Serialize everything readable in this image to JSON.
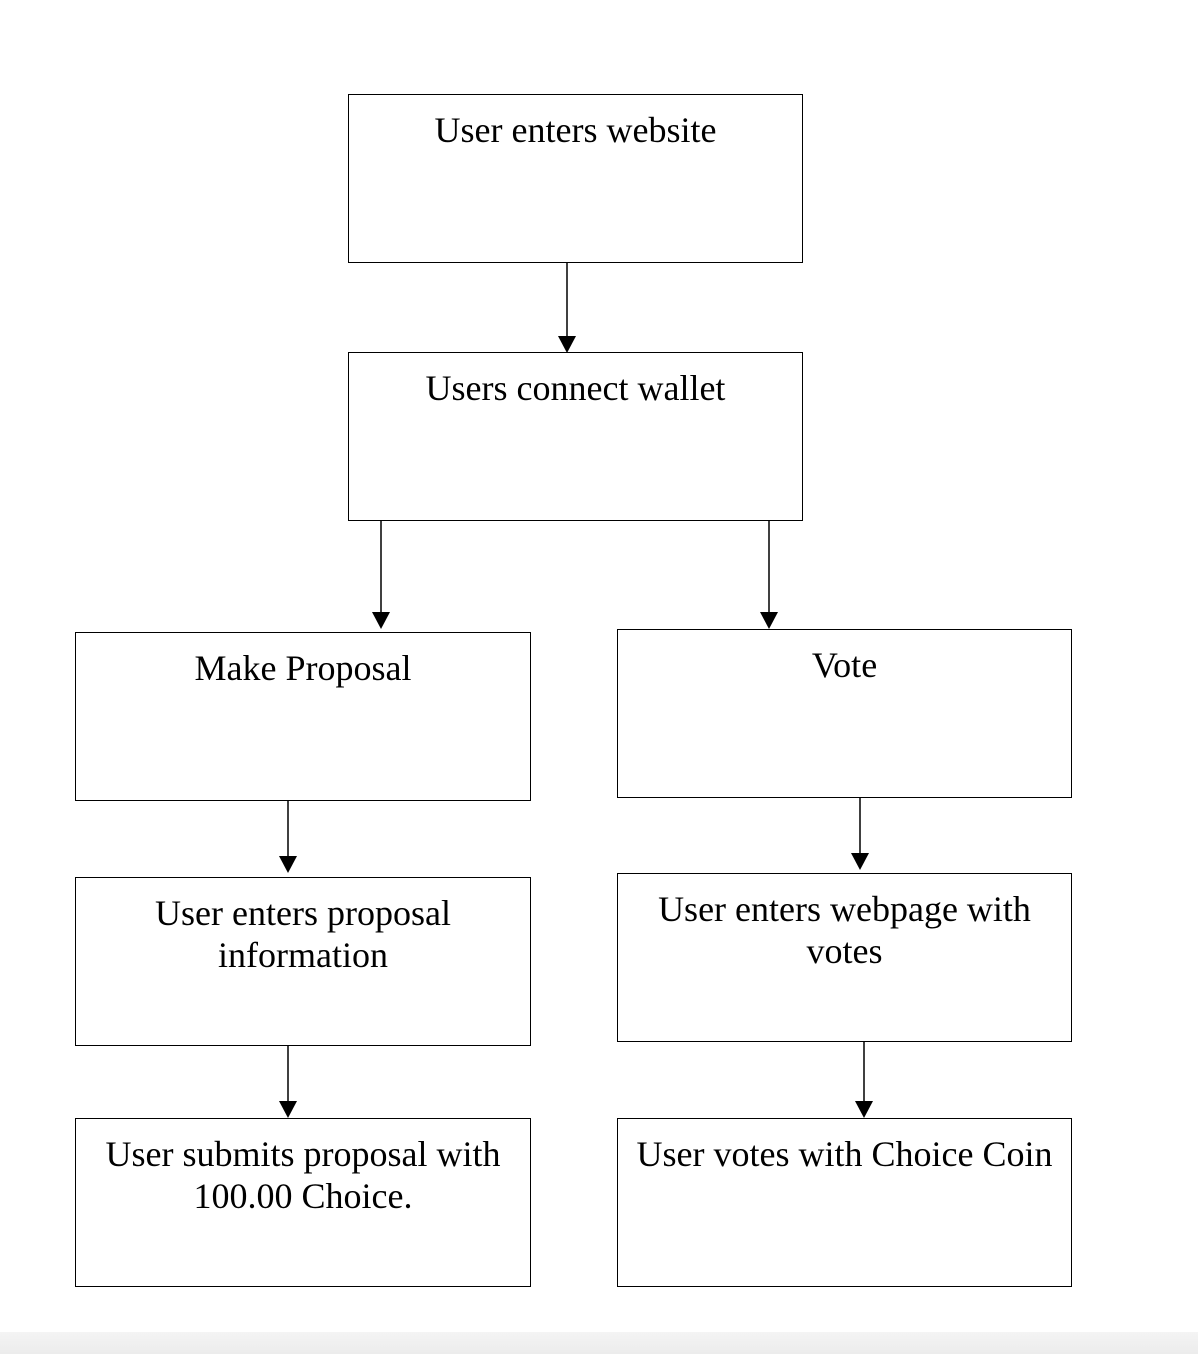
{
  "diagram": {
    "nodes": {
      "enter_website": "User enters website",
      "connect_wallet": "Users connect wallet",
      "make_proposal": "Make Proposal",
      "vote": "Vote",
      "enter_proposal_info": "User enters proposal information",
      "enter_votes_page": "User enters webpage with votes",
      "submit_proposal": "User submits proposal with 100.00 Choice.",
      "vote_with_coin": "User votes with Choice Coin"
    },
    "edges": [
      {
        "from": "enter_website",
        "to": "connect_wallet"
      },
      {
        "from": "connect_wallet",
        "to": "make_proposal"
      },
      {
        "from": "connect_wallet",
        "to": "vote"
      },
      {
        "from": "make_proposal",
        "to": "enter_proposal_info"
      },
      {
        "from": "enter_proposal_info",
        "to": "submit_proposal"
      },
      {
        "from": "vote",
        "to": "enter_votes_page"
      },
      {
        "from": "enter_votes_page",
        "to": "vote_with_coin"
      }
    ]
  }
}
